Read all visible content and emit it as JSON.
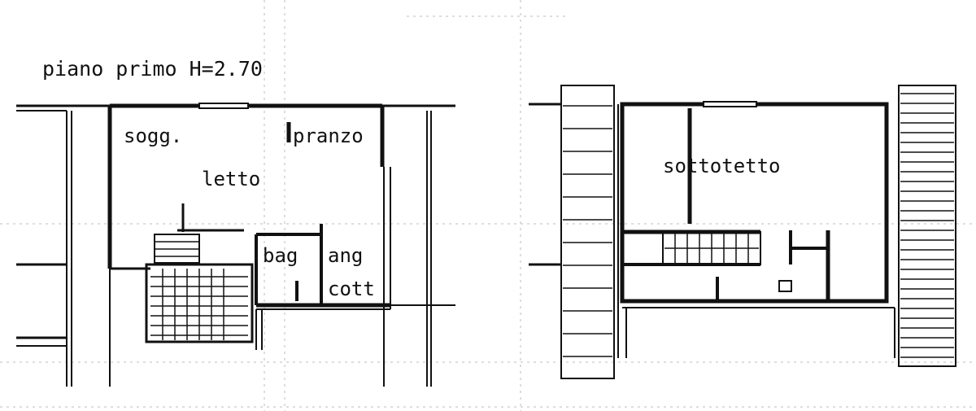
{
  "title": "piano primo H=2.70",
  "rooms": {
    "sogg": "sogg.",
    "pranzo": "pranzo",
    "letto": "letto",
    "bag": "bag",
    "ang": "ang",
    "cott": "cott",
    "sottotetto": "sottotetto"
  },
  "colors": {
    "wall": "#111111",
    "faint": "#b8b8b8",
    "paper": "#ffffff"
  }
}
